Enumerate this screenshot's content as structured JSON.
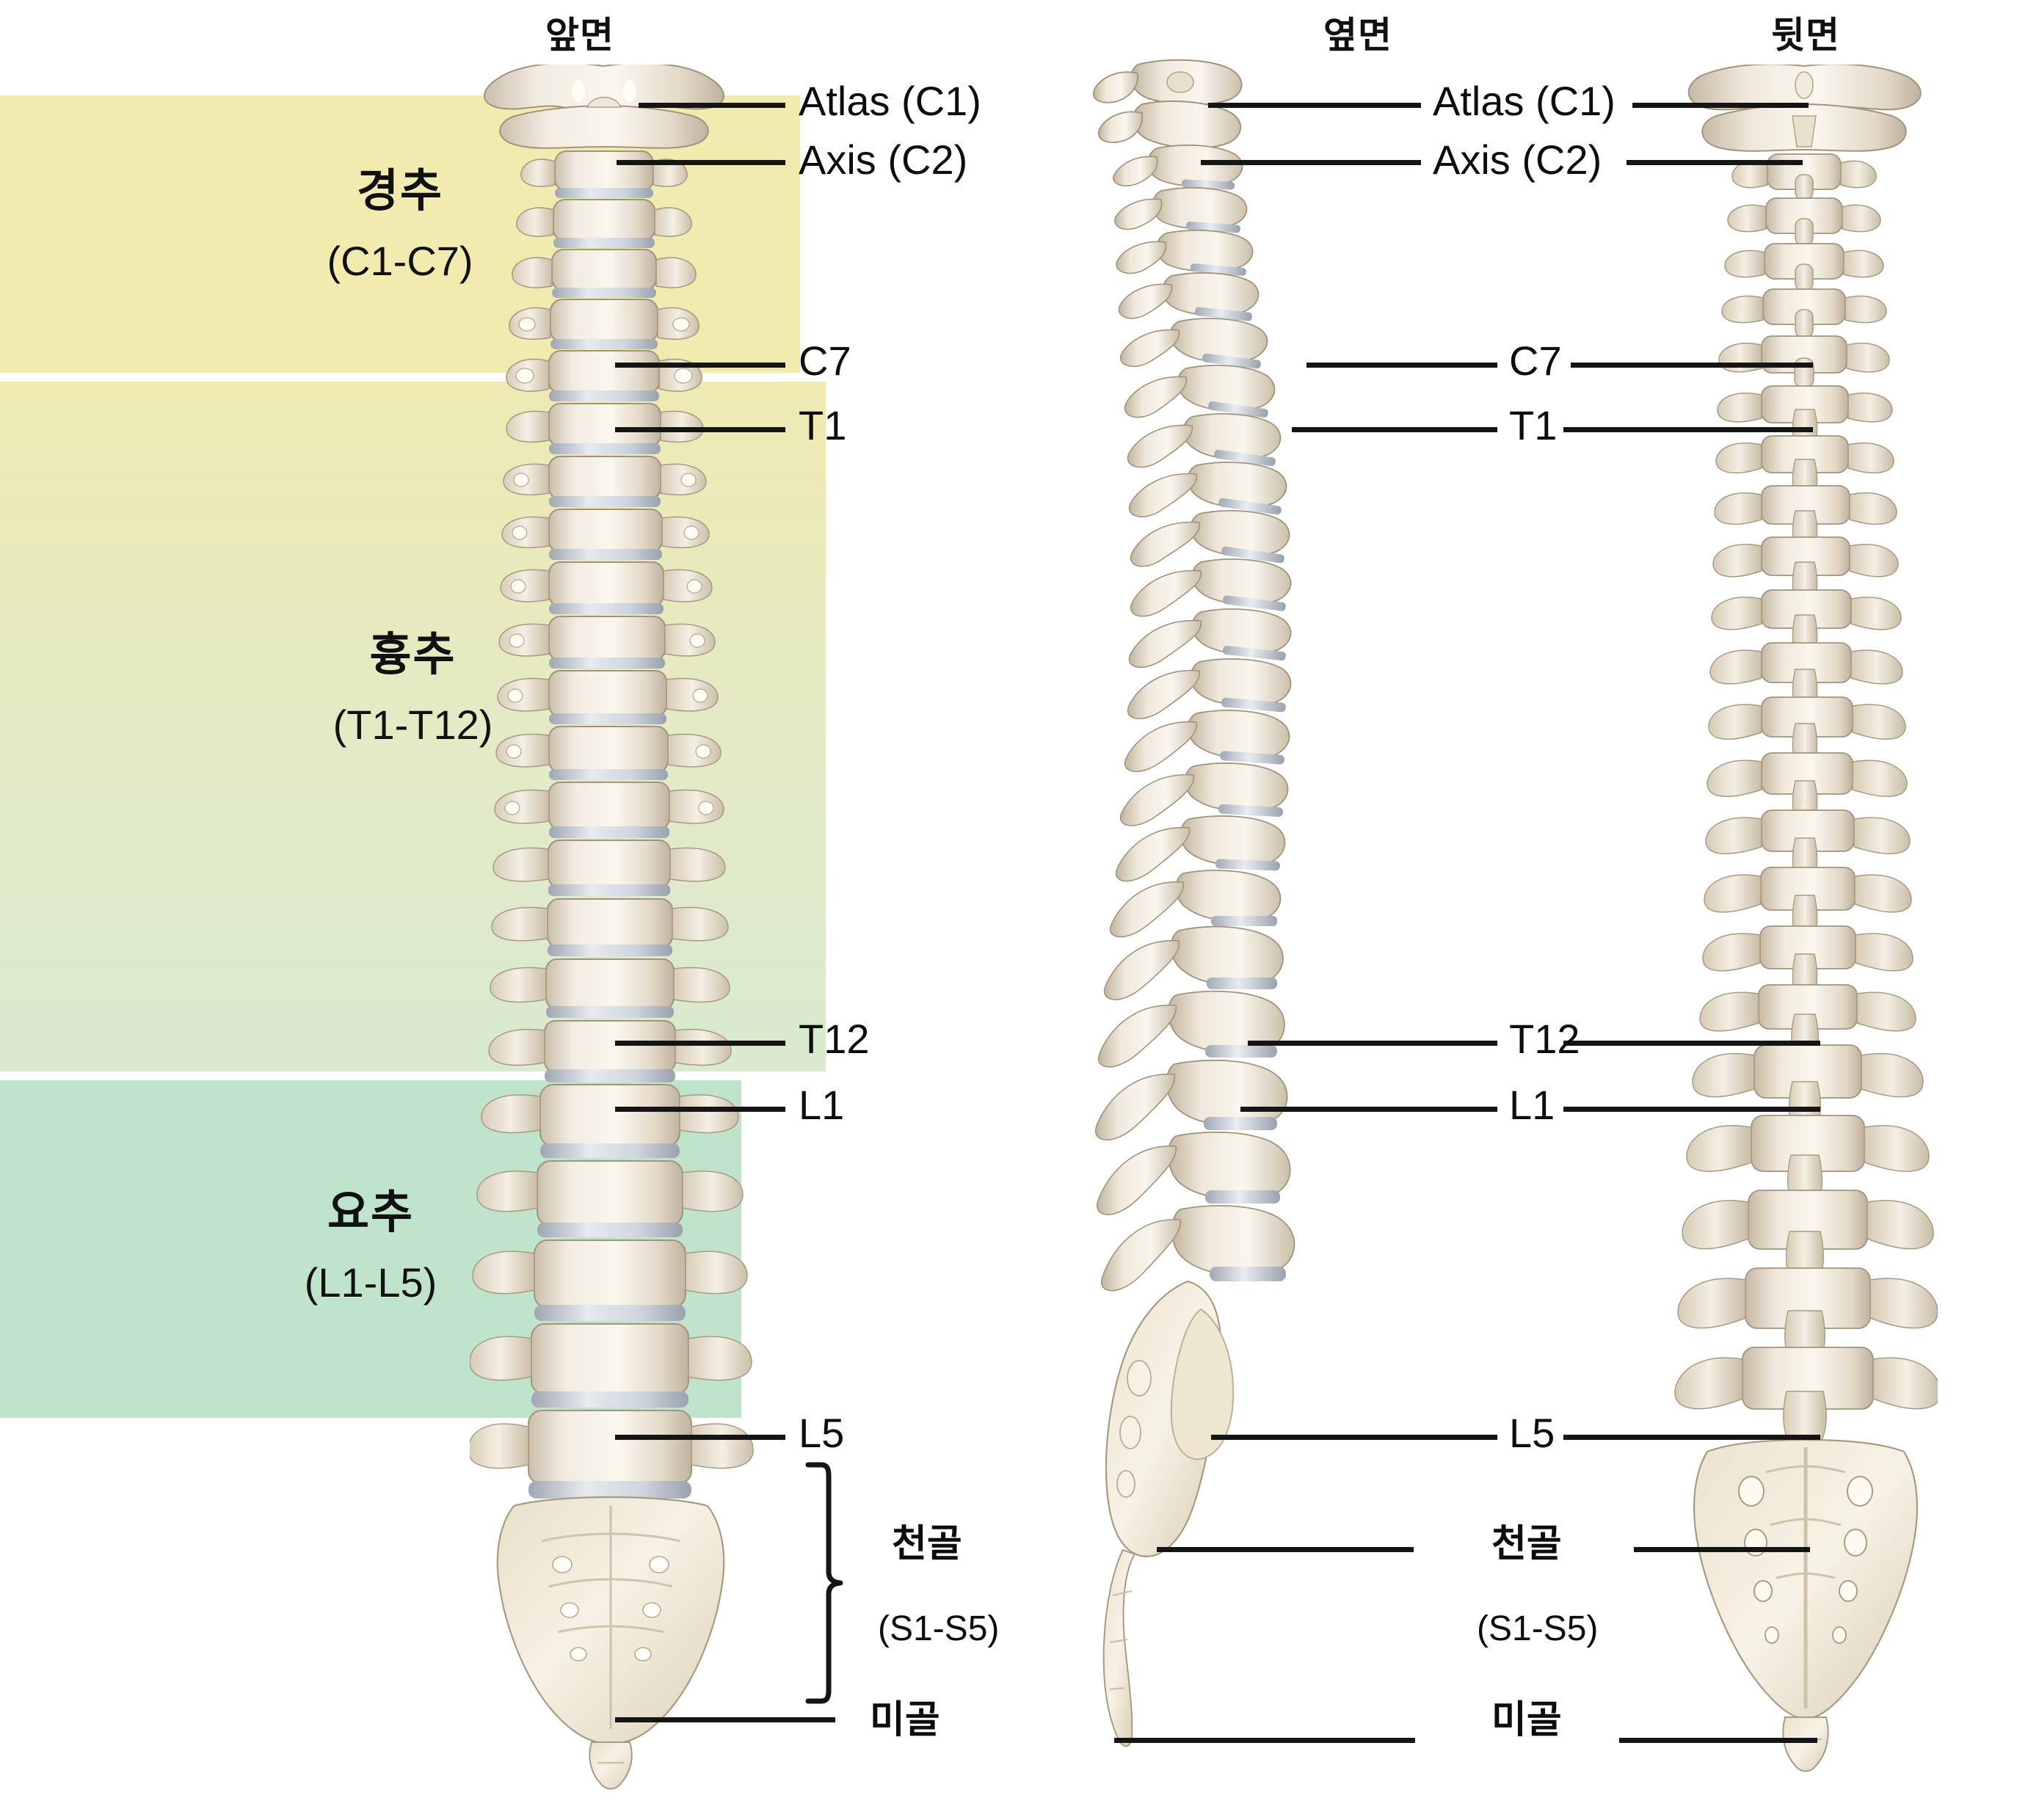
{
  "views": {
    "anterior": "앞면",
    "lateral": "옆면",
    "posterior": "뒷면"
  },
  "regions": [
    {
      "id": "cervical",
      "name": "경추",
      "range": "(C1-C7)",
      "color": "#f2ebb0"
    },
    {
      "id": "thoracic",
      "name": "흉추",
      "range": "(T1-T12)",
      "color": "#e3eac6"
    },
    {
      "id": "lumbar",
      "name": "요추",
      "range": "(L1-L5)",
      "color": "#bfe3cb"
    }
  ],
  "annotations": {
    "atlas": "Atlas (C1)",
    "axis": "Axis (C2)",
    "c7": "C7",
    "t1": "T1",
    "t12": "T12",
    "l1": "L1",
    "l5": "L5",
    "sacrum": "천골",
    "sacrum_range": "(S1-S5)",
    "coccyx": "미골"
  },
  "colors": {
    "bone_light": "#f3ece0",
    "bone_mid": "#ddd3c0",
    "bone_shadow": "#b9ab95",
    "disc": "#c8ccd4",
    "line": "#151515",
    "cervical_band": "#f2ebb0",
    "thoracic_band": "#e3eac6",
    "lumbar_band": "#bfe3cb"
  }
}
